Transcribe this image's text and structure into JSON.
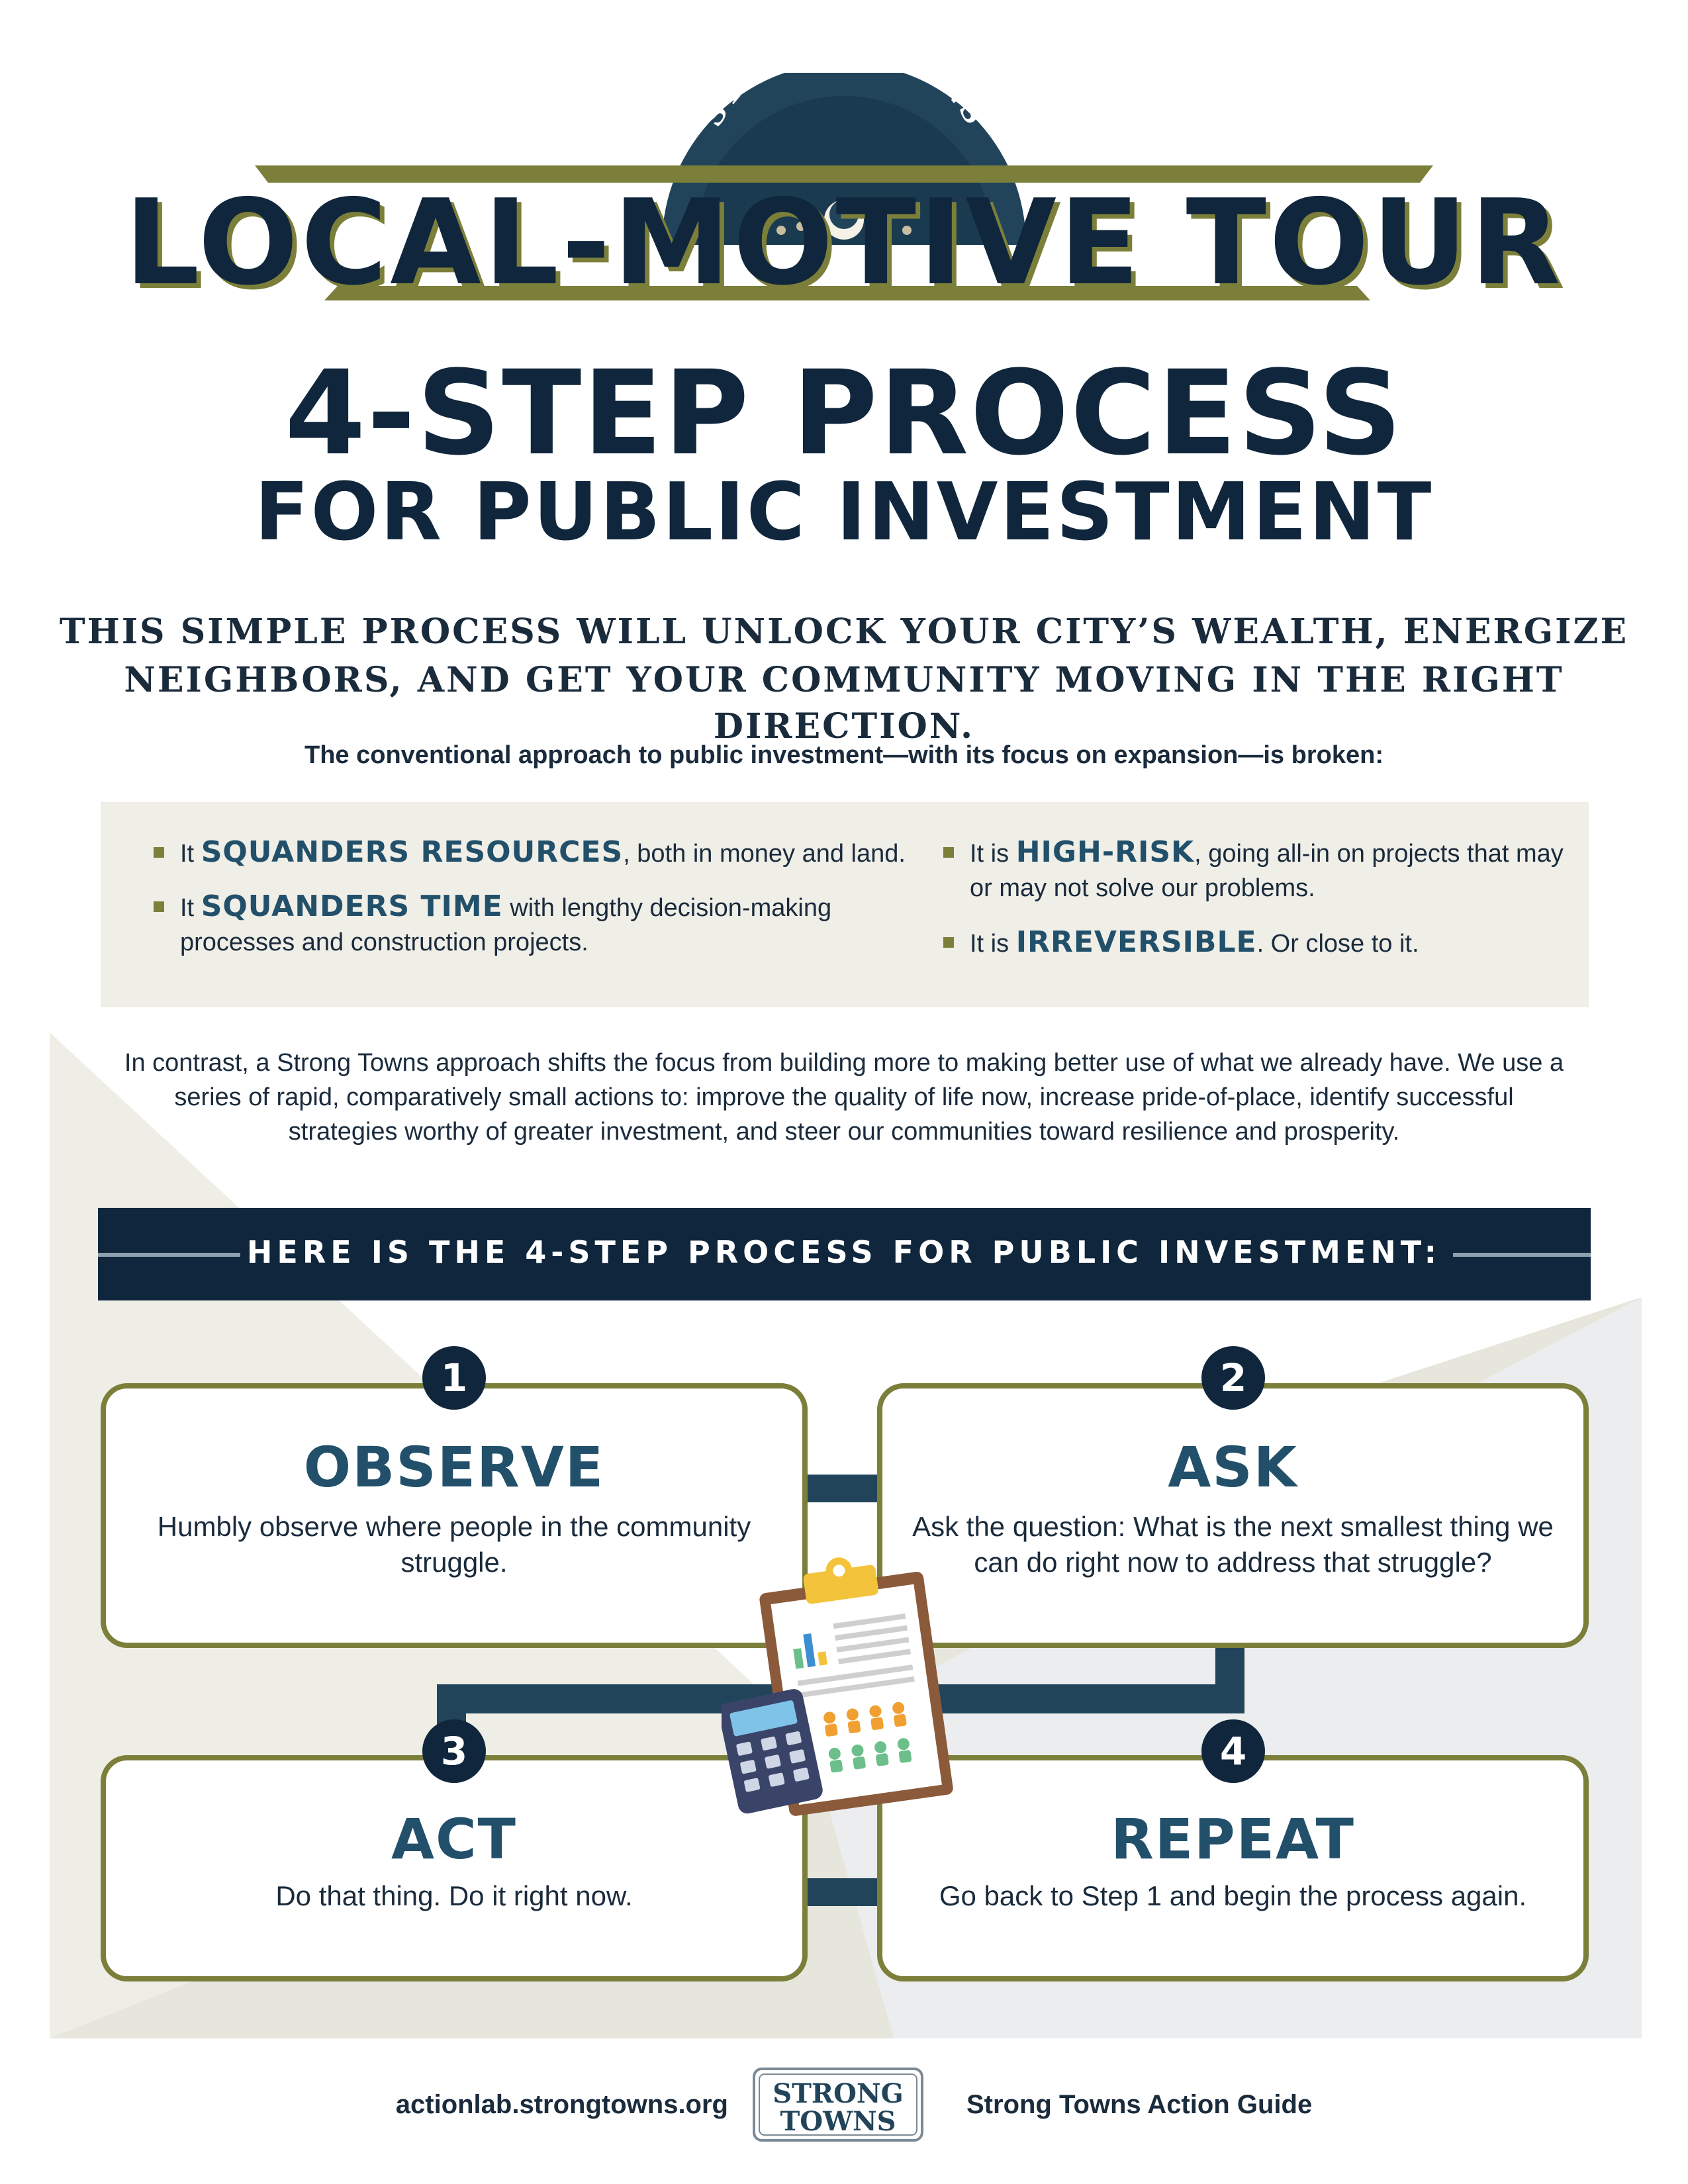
{
  "header": {
    "badge_text": "STRONG TOWNS",
    "banner_title": "LOCAL-MOTIVE TOUR"
  },
  "title": {
    "line1": "4-STEP PROCESS",
    "line2": "FOR PUBLIC INVESTMENT"
  },
  "subtitle": {
    "line1": "THIS SIMPLE PROCESS WILL UNLOCK YOUR CITY’S WEALTH, ENERGIZE",
    "line2": "NEIGHBORS, AND GET YOUR COMMUNITY MOVING IN THE RIGHT DIRECTION."
  },
  "intro": "The conventional approach to public investment—with its focus on expansion—is broken:",
  "problems": [
    {
      "pre": "It ",
      "emph": "SQUANDERS RESOURCES",
      "post": ", both in money and land."
    },
    {
      "pre": "It ",
      "emph": "SQUANDERS TIME",
      "post": " with lengthy decision-making processes and construction projects."
    },
    {
      "pre": "It is ",
      "emph": "HIGH-RISK",
      "post": ", going all-in on projects that may or may not solve our problems."
    },
    {
      "pre": "It is ",
      "emph": "IRREVERSIBLE",
      "post": ". Or close to it."
    }
  ],
  "contrast": "In contrast, a Strong Towns approach shifts the focus from building more to making better use of what we already have. We use a series of rapid, comparatively small actions to: improve the quality of life now, increase pride-of-place, identify successful strategies worthy of greater investment, and steer our communities toward resilience and prosperity.",
  "band": "HERE IS THE 4-STEP PROCESS FOR PUBLIC INVESTMENT:",
  "steps": [
    {
      "number": "1",
      "title": "OBSERVE",
      "description": "Humbly observe where people in the community struggle."
    },
    {
      "number": "2",
      "title": "ASK",
      "description": "Ask the question: What is the next smallest thing we can do right now to address that struggle?"
    },
    {
      "number": "3",
      "title": "ACT",
      "description": "Do that thing. Do it right now."
    },
    {
      "number": "4",
      "title": "REPEAT",
      "description": "Go back to Step 1 and begin the process again."
    }
  ],
  "footer": {
    "url": "actionlab.strongtowns.org",
    "logo_line1": "STRONG",
    "logo_line2": "TOWNS",
    "guide": "Strong Towns Action Guide"
  },
  "colors": {
    "navy": "#10263c",
    "olive": "#7c7f3a",
    "teal": "#22506a",
    "panel": "#efeee7"
  },
  "icons": {
    "badge": "train-badge-icon",
    "illustration": "clipboard-calculator-icon"
  }
}
